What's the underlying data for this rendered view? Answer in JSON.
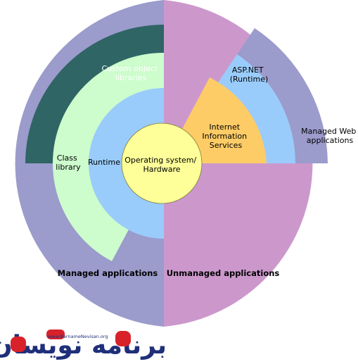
{
  "diagram": {
    "managed_applications": "Managed applications",
    "unmanaged_applications": "Unmanaged applications",
    "custom_object_libraries": [
      "Custom object",
      "libraries"
    ],
    "class_library": [
      "Class",
      "library"
    ],
    "runtime": "Runtime",
    "operating_system": [
      "Operating system/",
      "Hardware"
    ],
    "internet_information_services": [
      "Internet",
      "Information",
      "Services"
    ],
    "asp_net": [
      "ASP.NET",
      "(Runtime)"
    ],
    "managed_web_applications": [
      "Managed Web",
      "applications"
    ]
  },
  "colors": {
    "managed_outer": "#9b9bcc",
    "unmanaged": "#cc98cc",
    "custom_object_libraries": "#2f6565",
    "class_library": "#cdfccd",
    "runtime": "#99ccfb",
    "operating_system": "#feff99",
    "iis": "#fecc67",
    "asp_net": "#99ccfb",
    "managed_web": "#9b9bcc"
  },
  "logo": {
    "text": "برنامه نویسان",
    "url": "www.BarnameNevisan.org"
  }
}
